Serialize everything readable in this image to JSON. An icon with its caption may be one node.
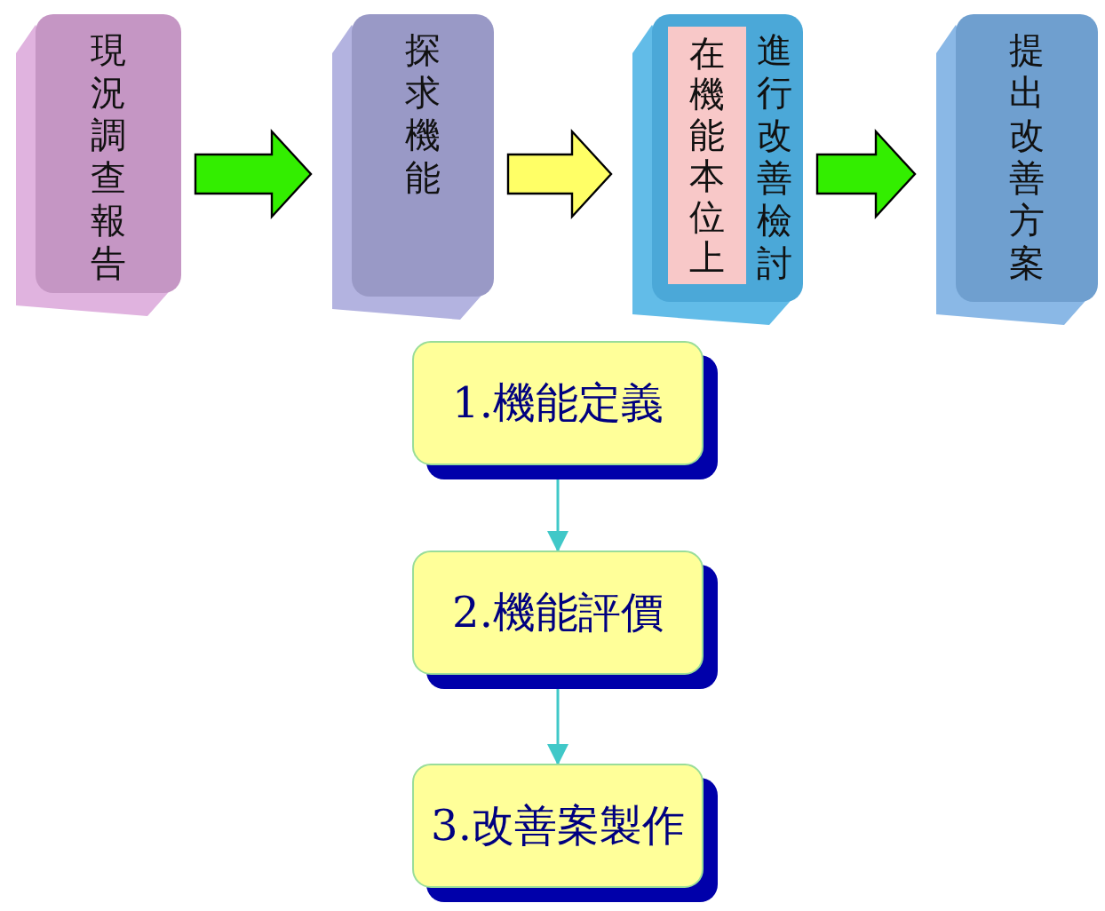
{
  "diagram": {
    "nodes": [
      {
        "text": [
          "現況調查報告"
        ]
      },
      {
        "text": [
          "探求機能"
        ]
      },
      {
        "text": [
          "進行改善檢討"
        ]
      },
      {
        "text": [
          "在機能本位上"
        ],
        "in": 2
      },
      {
        "text": [
          "提出改善方案"
        ]
      },
      {
        "text": [
          "1.機能定義"
        ]
      },
      {
        "text": [
          "2.機能評價"
        ]
      },
      {
        "text": [
          "3.改善案製作"
        ]
      }
    ],
    "edges": [
      {
        "from": 0,
        "to": 1,
        "arrow": "to",
        "style": "thick",
        "color": "#33ee00"
      },
      {
        "from": 1,
        "to": 2,
        "arrow": "to",
        "style": "thick",
        "color": "#ffff66"
      },
      {
        "from": 2,
        "to": 4,
        "arrow": "to",
        "style": "thick",
        "color": "#33ee00"
      },
      {
        "from": 5,
        "to": 6,
        "arrow": "to",
        "color": "#40c8c8"
      },
      {
        "from": 6,
        "to": 7,
        "arrow": "to",
        "color": "#40c8c8"
      }
    ]
  }
}
